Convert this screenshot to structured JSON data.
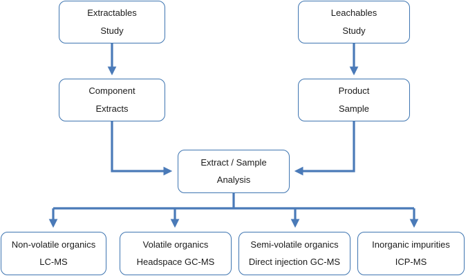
{
  "colors": {
    "box_border": "#3d74b0",
    "connector": "#4a7ab8",
    "text": "#1a1a1a",
    "background": "#ffffff"
  },
  "nodes": {
    "extractables": {
      "line1": "Extractables",
      "line2": "Study"
    },
    "leachables": {
      "line1": "Leachables",
      "line2": "Study"
    },
    "component": {
      "line1": "Component",
      "line2": "Extracts"
    },
    "product": {
      "line1": "Product",
      "line2": "Sample"
    },
    "analysis": {
      "line1": "Extract / Sample",
      "line2": "Analysis"
    },
    "nonvolatile": {
      "line1": "Non-volatile organics",
      "line2": "LC-MS"
    },
    "volatile": {
      "line1": "Volatile organics",
      "line2": "Headspace GC-MS"
    },
    "semivolatile": {
      "line1": "Semi-volatile organics",
      "line2": "Direct injection GC-MS"
    },
    "inorganic": {
      "line1": "Inorganic impurities",
      "line2": "ICP-MS"
    }
  }
}
